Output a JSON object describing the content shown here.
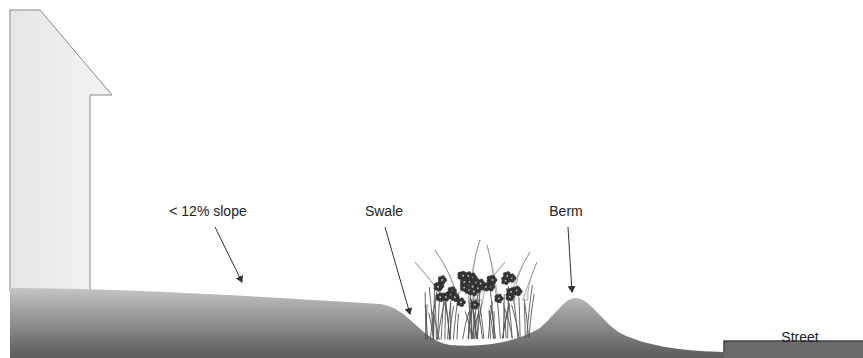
{
  "diagram": {
    "labels": [
      "< 12% slope",
      "Swale",
      "Berm",
      "Street"
    ]
  }
}
